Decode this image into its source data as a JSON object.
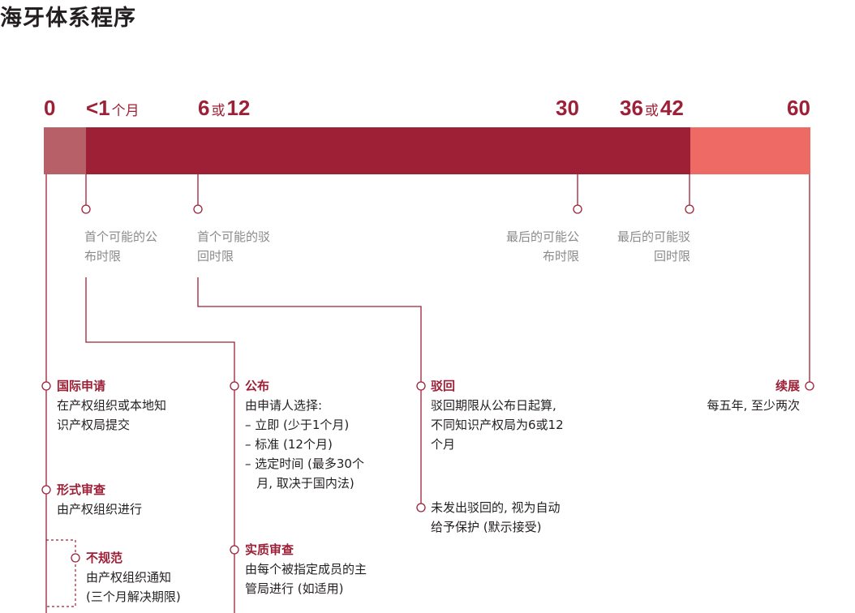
{
  "title": "海牙体系程序",
  "timeline": {
    "ticks": [
      {
        "num": "0",
        "unit": "",
        "num2": ""
      },
      {
        "num": "<1",
        "unit": "个月",
        "num2": ""
      },
      {
        "num": "6",
        "unit": "或",
        "num2": "12"
      },
      {
        "num": "30",
        "unit": "",
        "num2": ""
      },
      {
        "num": "36",
        "unit": "或",
        "num2": "42"
      },
      {
        "num": "60",
        "unit": "",
        "num2": ""
      }
    ],
    "colors": {
      "start": "#b86068",
      "main": "#9d2037",
      "end": "#ee6a64",
      "text": "#9d2037",
      "muted": "#8a8a8a"
    }
  },
  "milestones": [
    {
      "lines": [
        "首个可能的公",
        "布时限"
      ]
    },
    {
      "lines": [
        "首个可能的驳",
        "回时限"
      ]
    },
    {
      "lines": [
        "最后的可能公",
        "布时限"
      ]
    },
    {
      "lines": [
        "最后的可能驳",
        "回时限"
      ]
    }
  ],
  "events": {
    "international_application": {
      "title": "国际申请",
      "lines": [
        "在产权组织或本地知",
        "识产权局提交"
      ]
    },
    "formal_examination": {
      "title": "形式审查",
      "lines": [
        "由产权组织进行"
      ]
    },
    "irregularity": {
      "title": "不规范",
      "lines": [
        "由产权组织通知",
        "(三个月解决期限)"
      ]
    },
    "publication": {
      "title": "公布",
      "lines": [
        "由申请人选择:",
        "– 立即 (少于1个月)",
        "– 标准 (12个月)",
        "– 选定时间 (最多30个",
        "   月, 取决于国内法)"
      ]
    },
    "substantive_examination": {
      "title": "实质审查",
      "lines": [
        "由每个被指定成员的主",
        "管局进行 (如适用)"
      ]
    },
    "refusal": {
      "title": "驳回",
      "lines": [
        "驳回期限从公布日起算,",
        "不同知识产权局为6或12",
        "个月"
      ]
    },
    "no_refusal": {
      "title": "",
      "lines": [
        "未发出驳回的, 视为自动",
        "给予保护 (默示接受)"
      ]
    },
    "renewal": {
      "title": "续展",
      "lines": [
        "每五年, 至少两次"
      ]
    }
  }
}
